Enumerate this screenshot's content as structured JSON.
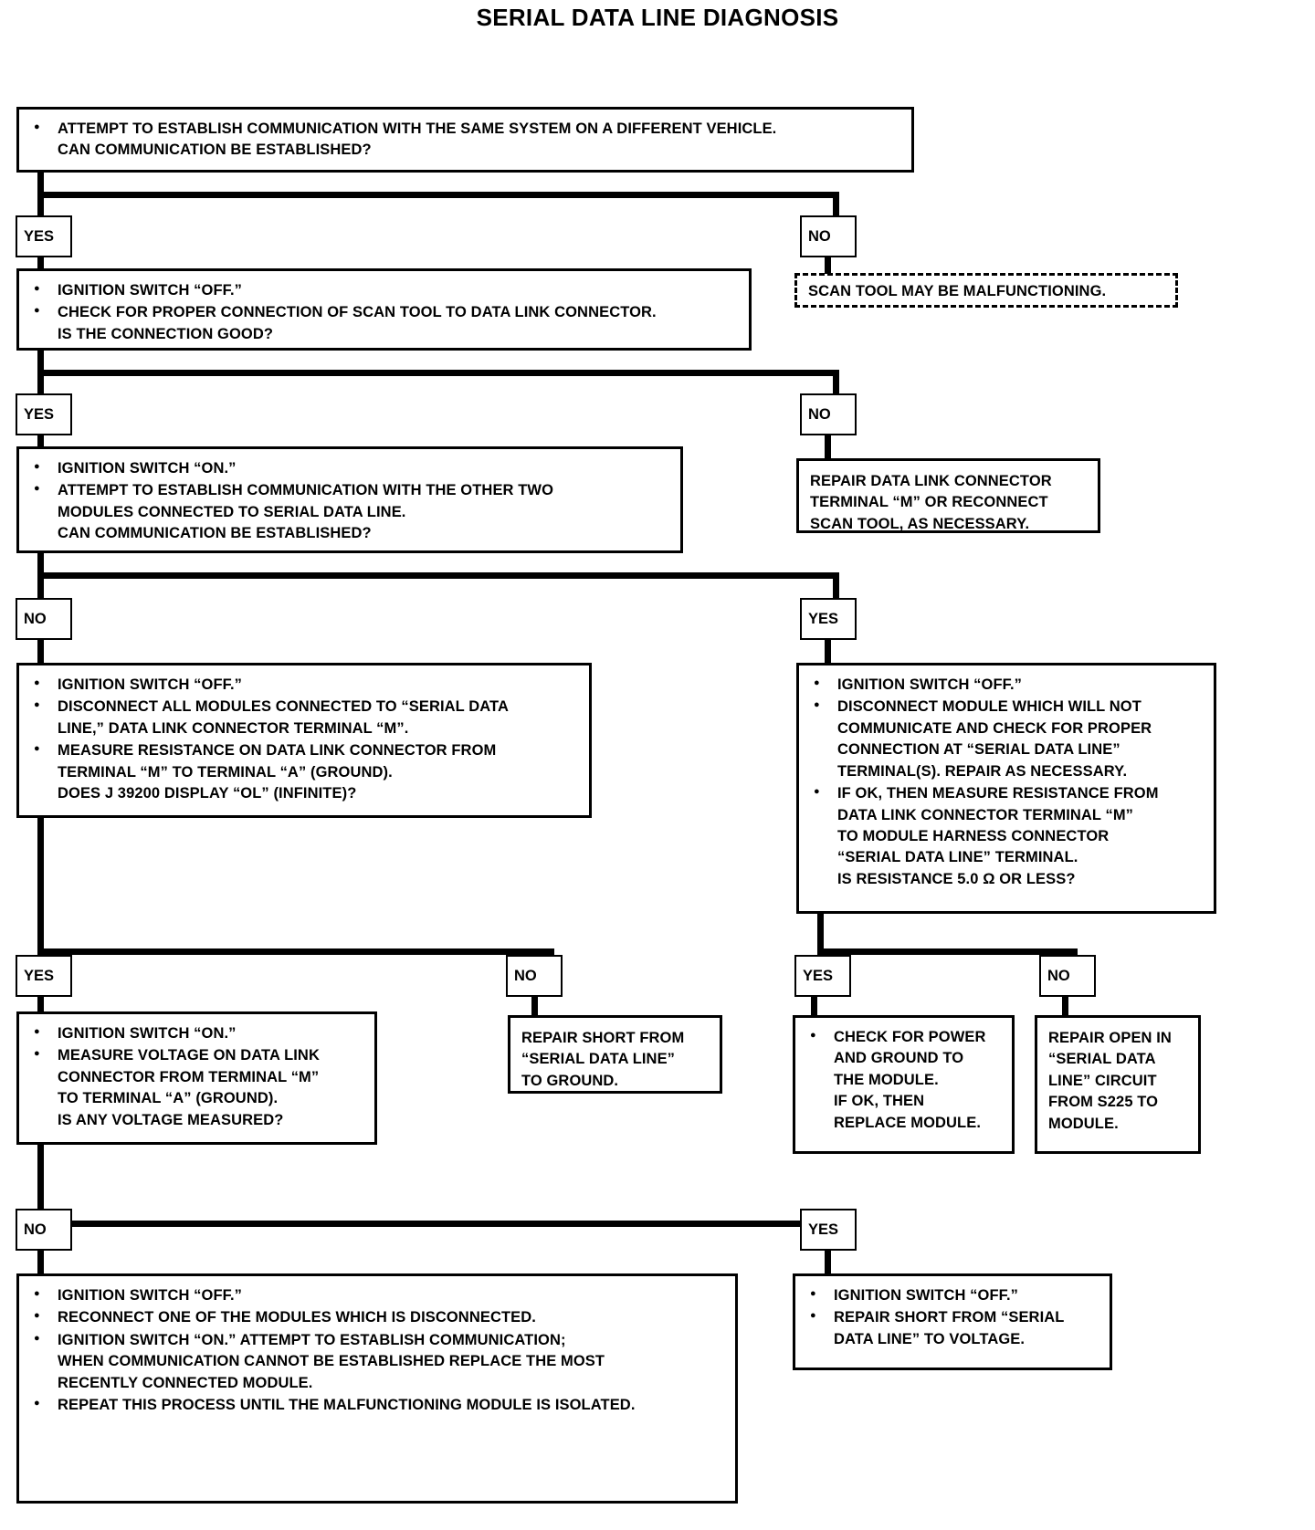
{
  "title": "SERIAL DATA LINE DIAGNOSIS",
  "labels": {
    "yes": "YES",
    "no": "NO"
  },
  "nodes": {
    "step1": {
      "bullets": [
        [
          "ATTEMPT TO ESTABLISH COMMUNICATION WITH THE SAME SYSTEM ON A DIFFERENT VEHICLE.",
          "CAN COMMUNICATION BE ESTABLISHED?"
        ]
      ]
    },
    "scan_tool_malfunction": {
      "lines": [
        "SCAN TOOL MAY BE MALFUNCTIONING."
      ]
    },
    "step2": {
      "bullets": [
        [
          "IGNITION SWITCH “OFF.”"
        ],
        [
          "CHECK FOR PROPER CONNECTION OF SCAN TOOL TO DATA LINK CONNECTOR.",
          "IS THE CONNECTION GOOD?"
        ]
      ]
    },
    "repair_dlc_terminal": {
      "lines": [
        "REPAIR DATA LINK CONNECTOR",
        "TERMINAL “M” OR RECONNECT",
        "SCAN TOOL, AS NECESSARY."
      ]
    },
    "step3": {
      "bullets": [
        [
          "IGNITION SWITCH “ON.”"
        ],
        [
          "ATTEMPT TO ESTABLISH COMMUNICATION WITH THE OTHER TWO",
          "MODULES CONNECTED TO SERIAL DATA LINE.",
          "CAN COMMUNICATION BE ESTABLISHED?"
        ]
      ]
    },
    "step4_left": {
      "bullets": [
        [
          "IGNITION SWITCH “OFF.”"
        ],
        [
          "DISCONNECT ALL MODULES CONNECTED TO “SERIAL DATA",
          "LINE,” DATA LINK CONNECTOR TERMINAL “M”."
        ],
        [
          "MEASURE RESISTANCE ON DATA LINK CONNECTOR FROM",
          "TERMINAL “M” TO TERMINAL “A” (GROUND).",
          "DOES J 39200 DISPLAY “OL” (INFINITE)?"
        ]
      ]
    },
    "step4_right": {
      "bullets": [
        [
          "IGNITION SWITCH “OFF.”"
        ],
        [
          "DISCONNECT MODULE WHICH WILL NOT",
          "COMMUNICATE AND CHECK FOR PROPER",
          "CONNECTION AT “SERIAL DATA LINE”",
          "TERMINAL(S).  REPAIR AS NECESSARY."
        ],
        [
          "IF OK, THEN MEASURE RESISTANCE FROM",
          "DATA LINK CONNECTOR TERMINAL “M”",
          "TO MODULE HARNESS CONNECTOR",
          "“SERIAL DATA LINE” TERMINAL.",
          "IS RESISTANCE 5.0 Ω OR LESS?"
        ]
      ]
    },
    "step5_left": {
      "bullets": [
        [
          "IGNITION SWITCH “ON.”"
        ],
        [
          "MEASURE VOLTAGE ON DATA LINK",
          "CONNECTOR FROM TERMINAL “M”",
          "TO TERMINAL “A” (GROUND).",
          "IS ANY VOLTAGE MEASURED?"
        ]
      ]
    },
    "repair_short_ground": {
      "lines": [
        "REPAIR SHORT FROM",
        "“SERIAL DATA LINE”",
        "TO GROUND."
      ]
    },
    "check_power_ground": {
      "bullets": [
        [
          "CHECK FOR POWER",
          "AND GROUND TO",
          "THE MODULE.",
          "IF OK, THEN",
          "REPLACE MODULE."
        ]
      ]
    },
    "repair_open_s225": {
      "lines": [
        "REPAIR OPEN IN",
        "“SERIAL DATA",
        "LINE” CIRCUIT",
        "FROM S225 TO",
        "MODULE."
      ]
    },
    "final_left": {
      "bullets": [
        [
          "IGNITION SWITCH “OFF.”"
        ],
        [
          "RECONNECT ONE OF THE MODULES WHICH IS DISCONNECTED."
        ],
        [
          "IGNITION SWITCH “ON.”  ATTEMPT TO ESTABLISH COMMUNICATION;",
          "WHEN COMMUNICATION CANNOT BE ESTABLISHED REPLACE THE MOST",
          "RECENTLY CONNECTED MODULE."
        ],
        [
          "REPEAT THIS PROCESS UNTIL THE MALFUNCTIONING MODULE IS ISOLATED."
        ]
      ]
    },
    "final_right": {
      "bullets": [
        [
          "IGNITION SWITCH “OFF.”"
        ],
        [
          "REPAIR SHORT FROM “SERIAL",
          "DATA LINE” TO VOLTAGE."
        ]
      ]
    }
  }
}
